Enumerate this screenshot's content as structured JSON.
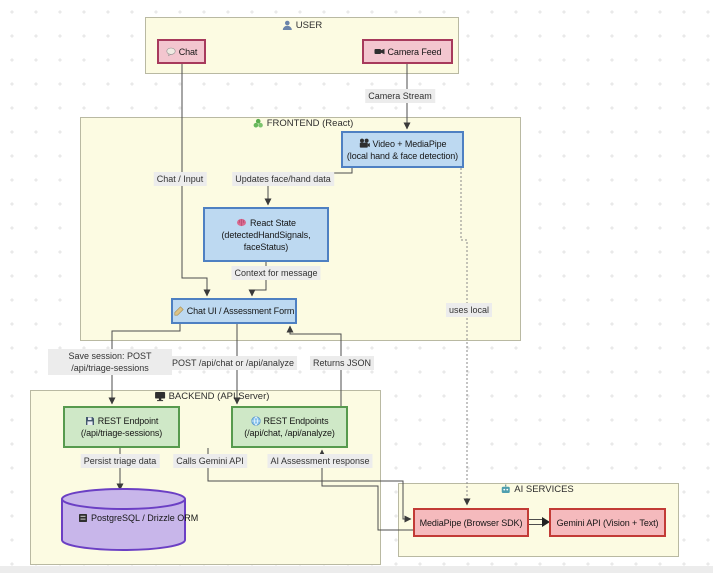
{
  "canvas": {
    "background": "#ffffff",
    "grid_mark_color": "#e2e2e2"
  },
  "groups": {
    "user": {
      "label": "USER",
      "icon": "user-icon",
      "fill": "#fcfbe2"
    },
    "frontend": {
      "label": "FRONTEND (React)",
      "icon": "react-icon",
      "fill": "#fcfbe2"
    },
    "backend": {
      "label": "BACKEND (API Server)",
      "icon": "server-icon",
      "fill": "#fcfbe2"
    },
    "ai": {
      "label": "AI SERVICES",
      "icon": "robot-icon",
      "fill": "#fcfbe2"
    }
  },
  "nodes": {
    "chat": {
      "label": "Chat",
      "icon": "speech-bubble-icon",
      "fill": "#f3c6cf",
      "border": "#a73a5c"
    },
    "camera": {
      "label": "Camera Feed",
      "icon": "video-camera-icon",
      "fill": "#f3c6cf",
      "border": "#a73a5c"
    },
    "video": {
      "title": "Video + MediaPipe",
      "subtitle": "(local hand & face detection)",
      "icon": "movie-camera-icon",
      "fill": "#bdd9f1",
      "border": "#4e80c2"
    },
    "react_state": {
      "title": "React State",
      "subtitle1": "(detectedHandSignals,",
      "subtitle2": "faceStatus)",
      "icon": "brain-icon",
      "fill": "#bdd9f1",
      "border": "#4e80c2"
    },
    "chat_ui": {
      "label": "Chat UI / Assessment Form",
      "icon": "memo-icon",
      "fill": "#bdd9f1",
      "border": "#4e80c2"
    },
    "rest_triage": {
      "title": "REST Endpoint",
      "subtitle": "(/api/triage-sessions)",
      "icon": "floppy-icon",
      "fill": "#cfe8c7",
      "border": "#579a4e"
    },
    "rest_chat": {
      "title": "REST Endpoints",
      "subtitle": "(/api/chat, /api/analyze)",
      "icon": "globe-icon",
      "fill": "#cfe8c7",
      "border": "#579a4e"
    },
    "postgres": {
      "label": "PostgreSQL / Drizzle ORM",
      "icon": "database-icon",
      "fill": "#c8b6ea",
      "border": "#6b3fc4"
    },
    "mediapipe": {
      "label": "MediaPipe (Browser SDK)",
      "fill": "#f5babd",
      "border": "#c23b36"
    },
    "gemini": {
      "label": "Gemini API (Vision + Text)",
      "fill": "#f5babd",
      "border": "#c23b36"
    }
  },
  "edge_labels": {
    "camera_stream": "Camera Stream",
    "chat_input": "Chat / Input",
    "updates": "Updates face/hand data",
    "context": "Context for message",
    "uses_local": "uses local",
    "save_session": "Save session: POST /api/triage-sessions",
    "post_api": "POST /api/chat or /api/analyze",
    "returns_json": "Returns JSON",
    "persist": "Persist triage data",
    "calls_gemini": "Calls Gemini API",
    "ai_response": "AI Assessment response"
  }
}
